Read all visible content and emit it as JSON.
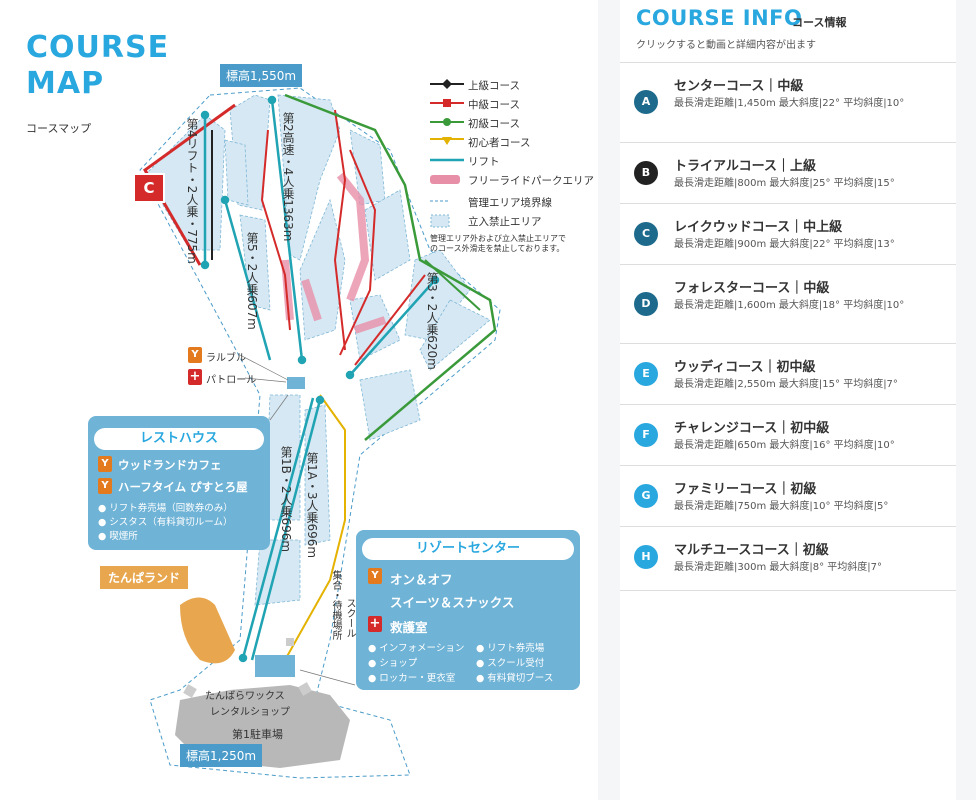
{
  "map": {
    "title_line1": "COURSE",
    "title_line2": "MAP",
    "subtitle": "コースマップ",
    "elevation_top": "標高1,550m",
    "elevation_bottom": "標高1,250m",
    "course_badge_c": "C",
    "lifts": {
      "lift4": "第4リフト・2人乗・775m",
      "lift2": "第2高速・4人乗1363m",
      "lift5": "第5・2人乗607m",
      "lift3": "第3・2人乗620m",
      "lift1a": "第1A・3人乗696m",
      "lift1b": "第1B・2人乗696m"
    },
    "labels": {
      "raburu": "ラルブル",
      "patrol": "パトロール",
      "tanbaland": "たんぱランド",
      "meeting": "集合・待機場所",
      "school": "スクール",
      "rental": "たんばらワックス",
      "rental2": "レンタルショップ",
      "parking": "第1駐車場"
    },
    "legend": {
      "advanced": "上級コース",
      "intermediate": "中級コース",
      "beginner": "初級コース",
      "novice": "初心者コース",
      "lift": "リフト",
      "freeride": "フリーライドパークエリア",
      "boundary": "管理エリア境界線",
      "closed": "立入禁止エリア",
      "note1": "管理エリア外および立入禁止エリアで",
      "note2": "のコース外滑走を禁止しております。"
    },
    "resthouse": {
      "title": "レストハウス",
      "items": [
        "ウッドランドカフェ",
        "ハーフタイム ぴすとろ屋"
      ],
      "small": [
        "● リフト券売場（回数券のみ）",
        "● シスタス（有料貸切ルーム）",
        "● 喫煙所"
      ]
    },
    "resort": {
      "title": "リゾートセンター",
      "food": "オン＆オフ",
      "food2": "スイーツ＆スナックス",
      "medical": "救護室",
      "small": [
        "● インフォメーション",
        "● リフト券売場",
        "● ショップ",
        "● スクール受付",
        "● ロッカー・更衣室",
        "● 有料貸切ブース"
      ]
    }
  },
  "info": {
    "title": "COURSE INFO",
    "title_ja": "コース情報",
    "description": "クリックすると動画と詳細内容が出ます",
    "courses": [
      {
        "badge": "A",
        "color": "#1d6a8c",
        "name": "センターコース｜中級",
        "spec": "最長滑走距離|1,450m 最大斜度|22° 平均斜度|10°"
      },
      {
        "badge": "B",
        "color": "#222222",
        "name": "トライアルコース｜上級",
        "spec": "最長滑走距離|800m 最大斜度|25° 平均斜度|15°"
      },
      {
        "badge": "C",
        "color": "#1d6a8c",
        "name": "レイクウッドコース｜中上級",
        "spec": "最長滑走距離|900m 最大斜度|22° 平均斜度|13°"
      },
      {
        "badge": "D",
        "color": "#1d6a8c",
        "name": "フォレスターコース｜中級",
        "spec": "最長滑走距離|1,600m 最大斜度|18° 平均斜度|10°"
      },
      {
        "badge": "E",
        "color": "#29a7df",
        "name": "ウッディコース｜初中級",
        "spec": "最長滑走距離|2,550m 最大斜度|15° 平均斜度|7°"
      },
      {
        "badge": "F",
        "color": "#29a7df",
        "name": "チャレンジコース｜初中級",
        "spec": "最長滑走距離|650m 最大斜度|16° 平均斜度|10°"
      },
      {
        "badge": "G",
        "color": "#29a7df",
        "name": "ファミリーコース｜初級",
        "spec": "最長滑走距離|750m 最大斜度|10° 平均斜度|5°"
      },
      {
        "badge": "H",
        "color": "#29a7df",
        "name": "マルチユースコース｜初級",
        "spec": "最長滑走距離|300m 最大斜度|8° 平均斜度|7°"
      }
    ]
  }
}
